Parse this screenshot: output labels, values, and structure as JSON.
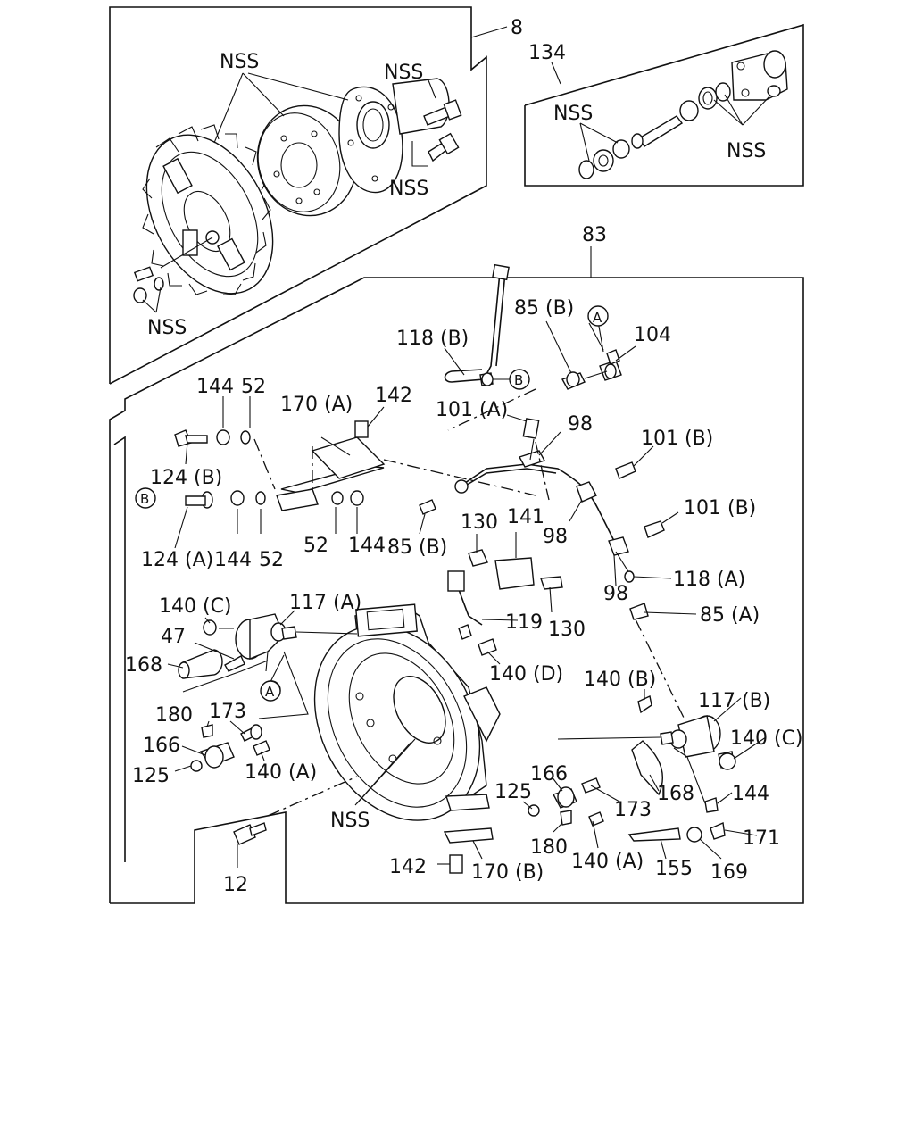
{
  "labels": {
    "l8": "8",
    "l134": "134",
    "l83": "83",
    "nss": "NSS",
    "l85b": "85 (B)",
    "l104": "104",
    "l118b": "118 (B)",
    "l144": "144",
    "l52": "52",
    "l170a": "170 (A)",
    "l142": "142",
    "l101a": "101 (A)",
    "l98": "98",
    "l101b": "101 (B)",
    "l124b": "124 (B)",
    "l124a": "124 (A)",
    "l130": "130",
    "l141": "141",
    "l118a": "118 (A)",
    "l85a": "85 (A)",
    "l140c": "140 (C)",
    "l117a": "117 (A)",
    "l47": "47",
    "l119": "119",
    "l168": "168",
    "l140d": "140 (D)",
    "l140b": "140 (B)",
    "l117b": "117 (B)",
    "l180": "180",
    "l173": "173",
    "l166": "166",
    "l125": "125",
    "l140a": "140 (A)",
    "l12": "12",
    "l155": "155",
    "l169": "169",
    "l171": "171",
    "l170b": "170 (B)",
    "refA": "A",
    "refB": "B"
  },
  "icons": [
    "flywheel-icon",
    "fan-icon",
    "hub-icon",
    "housing-icon",
    "solenoid-icon",
    "bolt-icon",
    "washer-icon",
    "pipe-icon"
  ]
}
